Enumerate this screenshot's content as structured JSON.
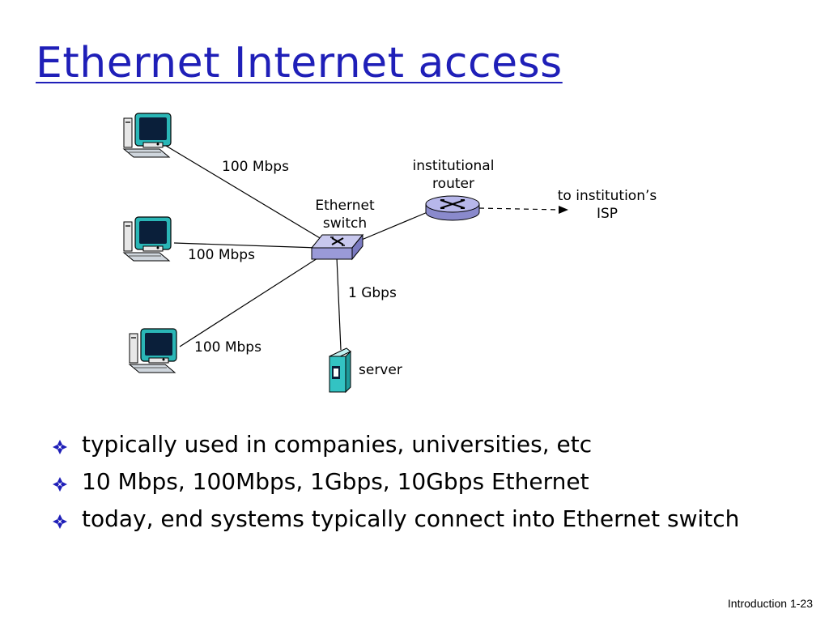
{
  "slide": {
    "title": "Ethernet Internet access",
    "footer": "Introduction 1-23"
  },
  "diagram": {
    "links": {
      "top_host": "100 Mbps",
      "mid_host": "100 Mbps",
      "bottom_host": "100 Mbps",
      "server": "1 Gbps"
    },
    "nodes": {
      "switch_line1": "Ethernet",
      "switch_line2": "switch",
      "router_line1": "institutional",
      "router_line2": "router",
      "server": "server",
      "isp_line1": "to institution’s",
      "isp_line2": "ISP"
    },
    "colors": {
      "title": "#1f1fb8",
      "device": "#9a9ad8",
      "server": "#33c3c3",
      "screen": "#0a1f3a"
    }
  },
  "bullets": [
    "typically used in companies, universities, etc",
    "10 Mbps, 100Mbps, 1Gbps, 10Gbps Ethernet",
    "today, end systems typically connect into Ethernet switch"
  ]
}
